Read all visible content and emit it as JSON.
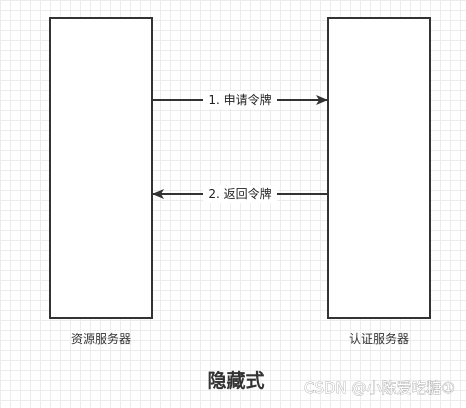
{
  "nodes": [
    {
      "id": "resource",
      "label": "资源服务器"
    },
    {
      "id": "auth",
      "label": "认证服务器"
    }
  ],
  "edges": [
    {
      "from": "resource",
      "to": "auth",
      "label": "1. 申请令牌"
    },
    {
      "from": "auth",
      "to": "resource",
      "label": "2. 返回令牌"
    }
  ],
  "title": "隐藏式",
  "watermark": "CSDN @小陈爱吃糖①",
  "colors": {
    "stroke": "#333333",
    "text": "#333333"
  }
}
